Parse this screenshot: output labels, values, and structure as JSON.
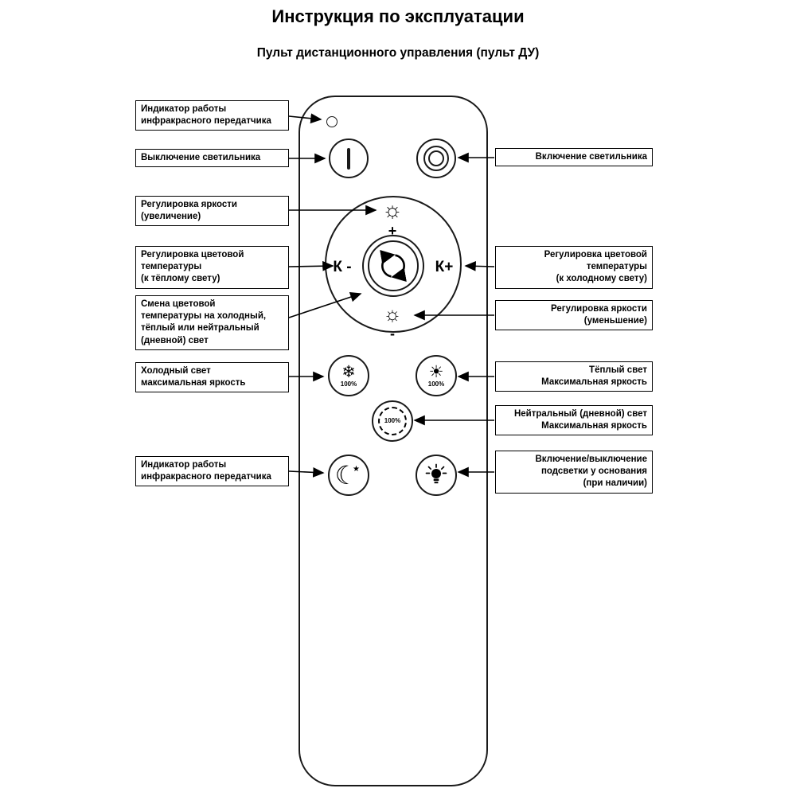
{
  "page": {
    "title": "Инструкция по эксплуатации",
    "subtitle": "Пульт дистанционного управления (пульт ДУ)"
  },
  "callouts": {
    "left": [
      {
        "text": "Индикатор работы\nинфракрасного передатчика"
      },
      {
        "text": "Выключение светильника"
      },
      {
        "text": "Регулировка яркости\n(увеличение)"
      },
      {
        "text": "Регулировка цветовой\nтемпературы\n(к тёплому свету)"
      },
      {
        "text": "Смена цветовой\nтемпературы на холодный,\nтёплый или нейтральный\n(дневной) свет"
      },
      {
        "text": "Холодный свет\nмаксимальная яркость"
      },
      {
        "text": "Индикатор работы\nинфракрасного передатчика"
      }
    ],
    "right": [
      {
        "text": "Включение светильника"
      },
      {
        "text": "Регулировка цветовой\nтемпературы\n(к холодному свету)"
      },
      {
        "text": "Регулировка яркости\n(уменьшение)"
      },
      {
        "text": "Тёплый свет\nМаксимальная яркость"
      },
      {
        "text": "Нейтральный (дневной) свет\nМаксимальная яркость"
      },
      {
        "text": "Включение/выключение\nподсветки у основания\n(при наличии)"
      }
    ]
  },
  "remote": {
    "k_minus": "К -",
    "k_plus": "К+",
    "brightness_plus": "+",
    "brightness_minus": "-",
    "cold_percent": "100%",
    "warm_percent": "100%",
    "neutral_percent": "100%",
    "icons": {
      "snowflake": "❄",
      "sun_filled": "☀",
      "sun_outline_top": "☼",
      "sun_outline_bottom": "☼",
      "moon": "☾",
      "star": "★"
    }
  },
  "colors": {
    "line": "#000000",
    "background": "#ffffff"
  }
}
